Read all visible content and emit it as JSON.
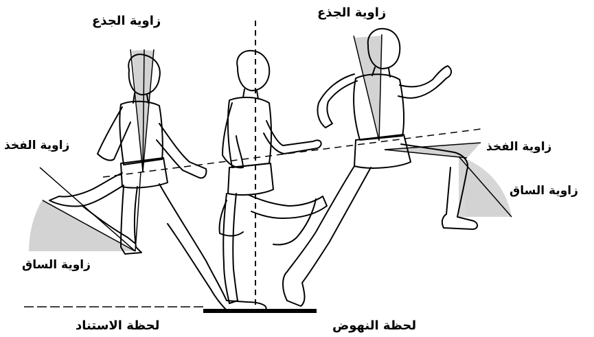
{
  "labels": {
    "trunk_angle_left": "زاوية الجذع",
    "trunk_angle_right": "زاوية الجذع",
    "thigh_angle_left": "زاوية الفخذ",
    "thigh_angle_right": "زاوية الفخذ",
    "shank_angle_left": "زاوية الساق",
    "shank_angle_right": "زاوية الساق",
    "support_moment": "لحظة الاستناد",
    "takeoff_moment": "لحظة النهوض"
  },
  "colors": {
    "angle_fill": "#d3d3d3",
    "line": "#000000",
    "background": "#ffffff"
  }
}
